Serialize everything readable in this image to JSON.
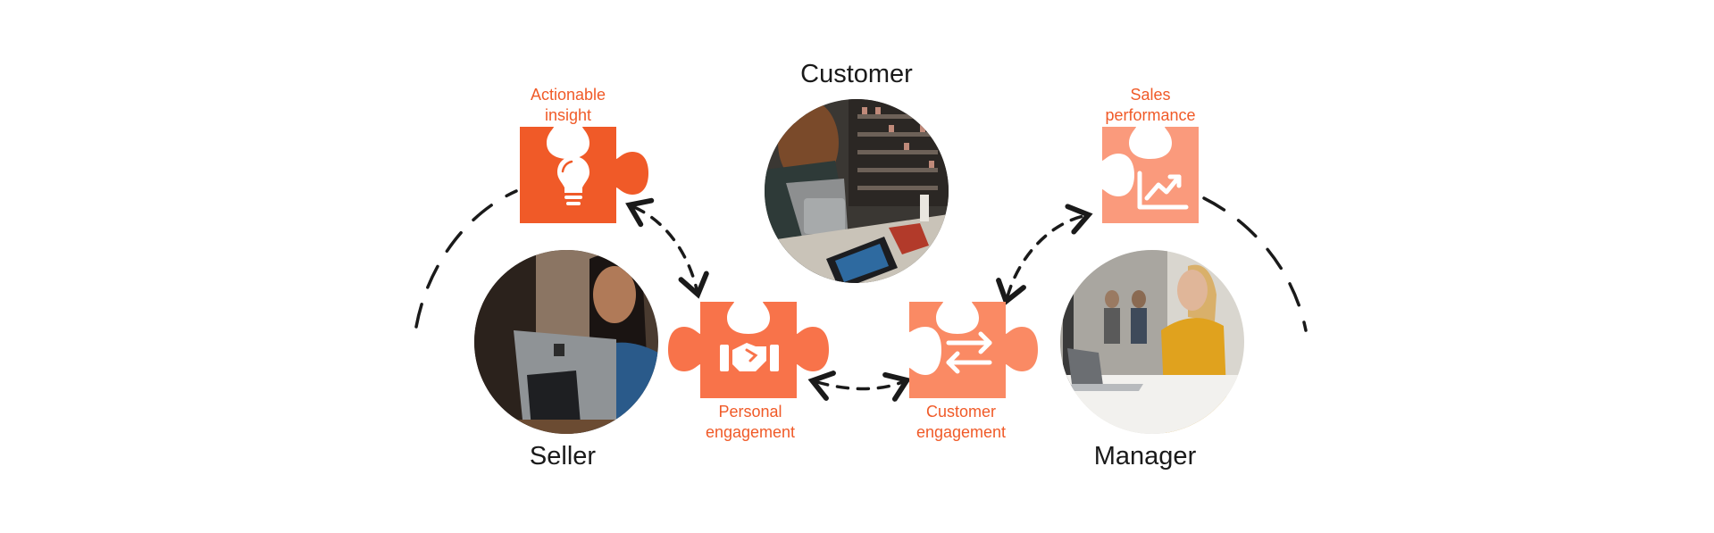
{
  "roles": {
    "customer": "Customer",
    "seller": "Seller",
    "manager": "Manager"
  },
  "pieces": {
    "actionable": {
      "line1": "Actionable",
      "line2": "insight",
      "color": "#f05a28"
    },
    "sales": {
      "line1": "Sales",
      "line2": "performance",
      "color": "#fa9a7c"
    },
    "personal": {
      "line1": "Personal",
      "line2": "engagement",
      "color": "#f8734a"
    },
    "customer_engagement": {
      "line1": "Customer",
      "line2": "engagement",
      "color": "#fa8a64"
    }
  },
  "colors": {
    "accent": "#f05a28",
    "text": "#1a1a1a",
    "arrow": "#1a1a1a"
  },
  "icons": {
    "actionable": "lightbulb-icon",
    "sales": "trend-chart-icon",
    "personal": "handshake-icon",
    "customer_engagement": "swap-arrows-icon"
  }
}
